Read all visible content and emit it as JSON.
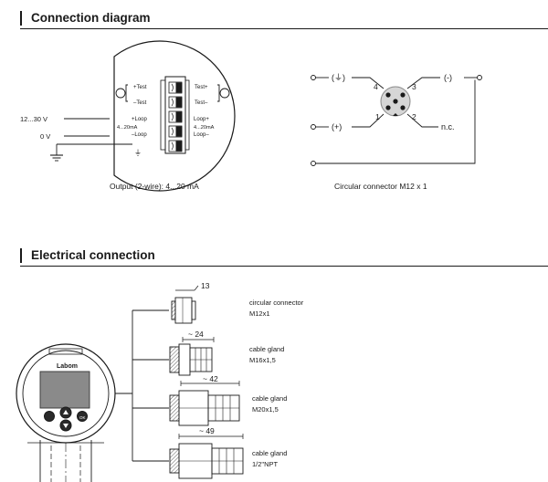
{
  "sections": {
    "connection_title": "Connection diagram",
    "electrical_title": "Electrical connection"
  },
  "terminal_block": {
    "supply_voltage": "12...30 V",
    "zero_voltage": "0 V",
    "plus_test_1": "+Test",
    "minus_test_1": "–Test",
    "plus_loop_1": "+Loop",
    "current_range_1": "4...20mA",
    "minus_loop_1": "–Loop",
    "ground_symbol": "⏚",
    "plus_test_2": "Test+",
    "minus_test_2": "Test–",
    "plus_loop_2": "Loop+",
    "current_range_2": "4...20mA",
    "minus_loop_2": "Loop–",
    "caption": "Output (2-wire): 4...20 mA"
  },
  "m12_connector": {
    "pin_4_signal": "(⏚)",
    "pin_1_signal": "(+)",
    "pin_3_signal": "(-)",
    "pin_2_signal": "n.c.",
    "pin_4": "4",
    "pin_3": "3",
    "pin_1": "1",
    "pin_2": "2",
    "caption": "Circular connector M12 x 1"
  },
  "device": {
    "brand": "Labom",
    "ok_button": "OK"
  },
  "connectors": [
    {
      "dimension": "13",
      "label_1": "circular connector",
      "label_2": "M12x1"
    },
    {
      "dimension": "~ 24",
      "label_1": "cable gland",
      "label_2": "M16x1,5"
    },
    {
      "dimension": "~ 42",
      "label_1": "cable gland",
      "label_2": "M20x1,5"
    },
    {
      "dimension": "~ 49",
      "label_1": "cable gland",
      "label_2": "1/2\"NPT"
    }
  ]
}
